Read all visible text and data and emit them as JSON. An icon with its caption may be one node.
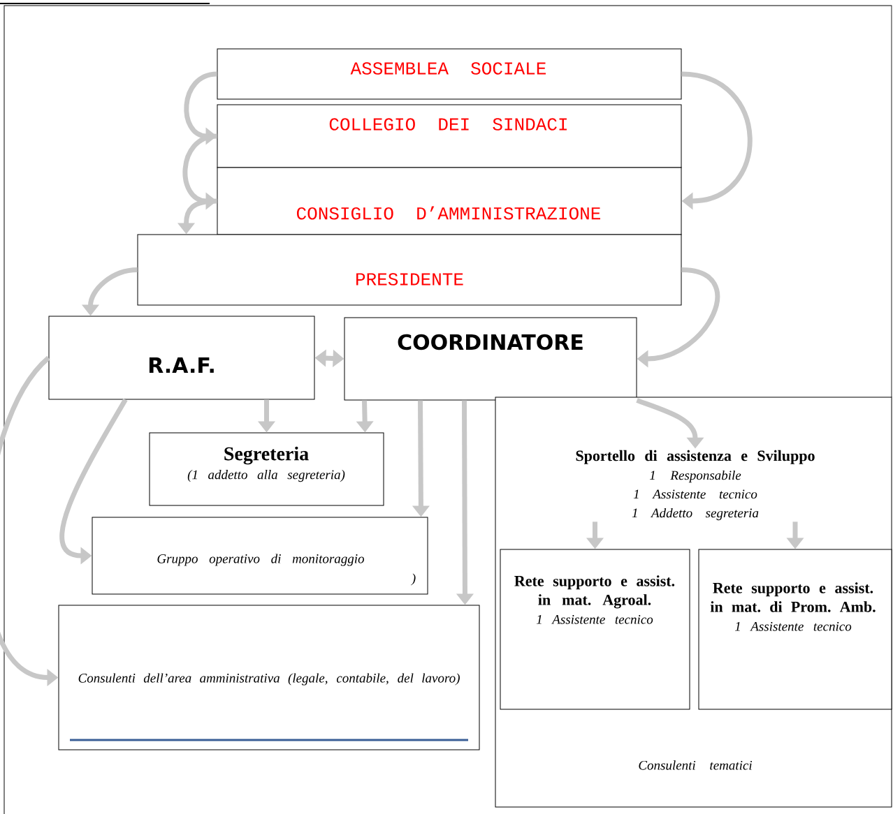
{
  "diagram": {
    "nodes": [
      {
        "text": [
          "ASSEMBLEA SOCIALE"
        ]
      },
      {
        "text": [
          "COLLEGIO DEI SINDACI"
        ]
      },
      {
        "text": [
          "CONSIGLIO D’AMMINISTRAZIONE"
        ]
      },
      {
        "text": [
          "PRESIDENTE"
        ]
      },
      {
        "text": [
          "R.A.F."
        ]
      },
      {
        "text": [
          "COORDINATORE"
        ]
      },
      {
        "text": [
          "Segreteria",
          "(1 addetto alla segreteria)"
        ]
      },
      {
        "text": [
          "Gruppo operativo di monitoraggio",
          ")"
        ]
      },
      {
        "text": [
          "Consulenti dell’area amministrativa (legale, contabile, del lavoro)"
        ]
      },
      {
        "text": [
          "Consulenti tematici"
        ]
      },
      {
        "text": [
          "Sportello di assistenza e Sviluppo",
          "1 Responsabile",
          "1 Assistente tecnico",
          "1 Addetto segreteria"
        ],
        "in": 9
      },
      {
        "text": [
          "Rete supporto e assist. in mat. Agroal.",
          "1 Assistente tecnico"
        ],
        "in": 9
      },
      {
        "text": [
          "Rete supporto e assist. in mat. di Prom. Amb.",
          "1 Assistente tecnico"
        ],
        "in": 9
      }
    ],
    "edges": [
      {
        "from": 0,
        "to": 1,
        "arrow": "to"
      },
      {
        "from": 1,
        "to": 2,
        "arrow": "to"
      },
      {
        "from": 2,
        "to": 3,
        "arrow": "to"
      },
      {
        "from": 0,
        "to": 2,
        "arrow": "to"
      },
      {
        "from": 3,
        "to": 4,
        "arrow": "to"
      },
      {
        "from": 3,
        "to": 5,
        "arrow": "to"
      },
      {
        "from": 4,
        "to": 5,
        "arrow": "both"
      },
      {
        "from": 4,
        "to": 6,
        "arrow": "to"
      },
      {
        "from": 5,
        "to": 6,
        "arrow": "to"
      },
      {
        "from": 5,
        "to": 7,
        "arrow": "to"
      },
      {
        "from": 5,
        "to": 8,
        "arrow": "to"
      },
      {
        "from": 4,
        "to": 7,
        "arrow": "to"
      },
      {
        "from": 4,
        "to": 8,
        "arrow": "to"
      },
      {
        "from": 5,
        "to": 10,
        "arrow": "to"
      },
      {
        "from": 10,
        "to": 11,
        "arrow": "to"
      },
      {
        "from": 10,
        "to": 12,
        "arrow": "to"
      }
    ]
  }
}
